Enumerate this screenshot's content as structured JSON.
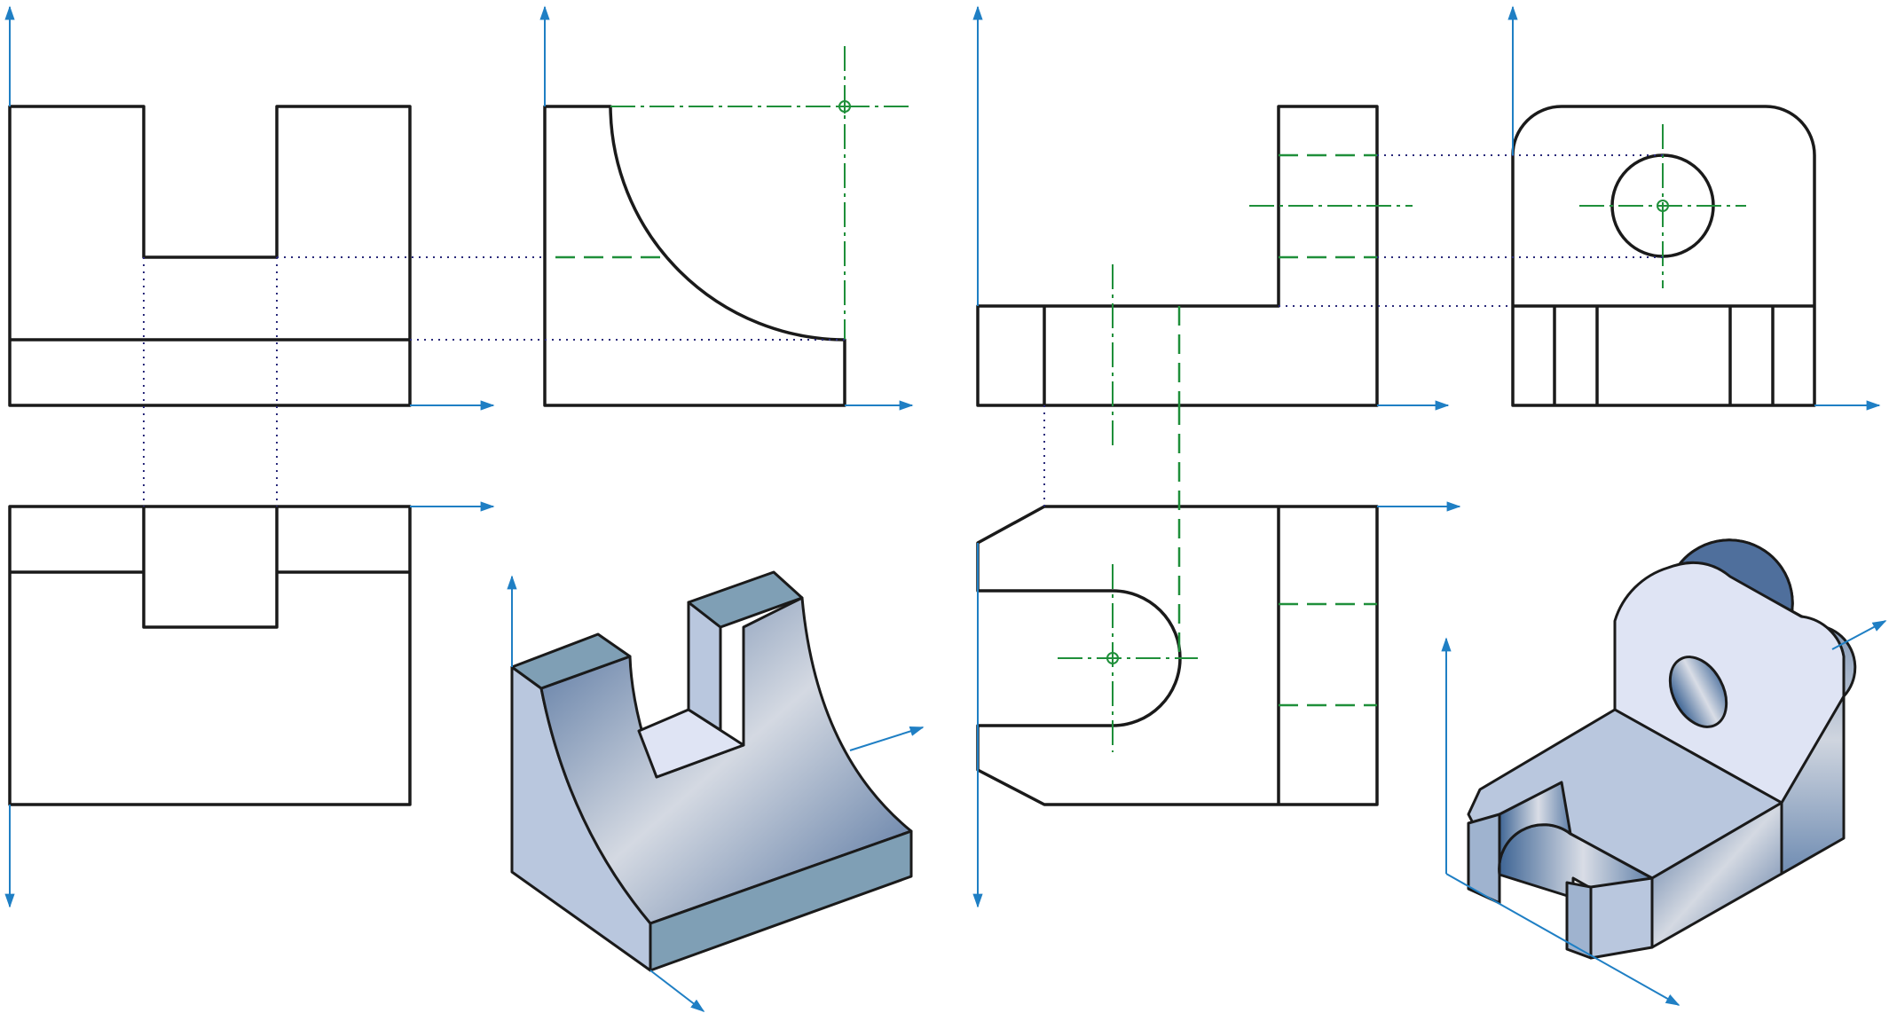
{
  "colors": {
    "outline": "#1a1a1a",
    "axis": "#1f7fc4",
    "center_line": "#1f8f3a",
    "hidden_line": "#1f8f3a",
    "projection_line": "#2a2a7a",
    "shade_dark": "#4f6f9c",
    "shade_mid": "#9fb3cf",
    "shade_light": "#d9dde6",
    "top_face": "#7f9fb5",
    "flat_light": "#dfe4f4"
  },
  "parts": [
    {
      "id": "part-1",
      "views": [
        "front-view",
        "side-view",
        "top-view",
        "isometric-view"
      ]
    },
    {
      "id": "part-2",
      "views": [
        "front-view",
        "side-view",
        "top-view",
        "isometric-view"
      ]
    }
  ],
  "legend_text": ""
}
